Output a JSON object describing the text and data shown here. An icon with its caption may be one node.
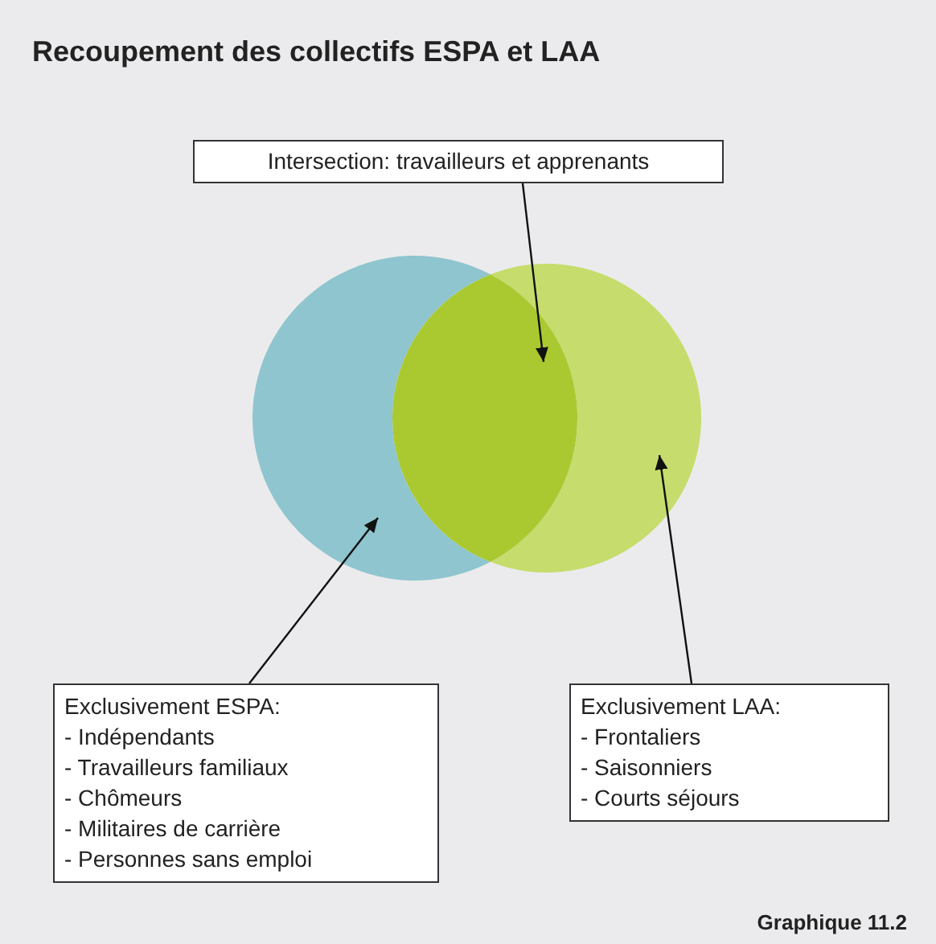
{
  "diagram": {
    "title": "Recoupement des collectifs ESPA et LAA",
    "caption": "Graphique 11.2",
    "nodes": [
      {
        "text": [
          "Intersection: travailleurs et apprenants"
        ]
      },
      {
        "text": [],
        "shape": "circle"
      },
      {
        "text": [],
        "shape": "circle"
      },
      {
        "text": [],
        "shape": "lens"
      },
      {
        "text": [
          "Exclusivement ESPA:",
          "- Indépendants",
          "- Travailleurs familiaux",
          "- Chômeurs",
          "- Militaires de carrière",
          "- Personnes sans emploi"
        ]
      },
      {
        "text": [
          "Exclusivement LAA:",
          "- Frontaliers",
          "- Saisonniers",
          "- Courts séjours"
        ]
      }
    ],
    "edges": [
      {
        "from": 0,
        "to": 3,
        "arrow": "to"
      },
      {
        "from": 4,
        "to": 1,
        "arrow": "to"
      },
      {
        "from": 5,
        "to": 2,
        "arrow": "to"
      }
    ]
  }
}
